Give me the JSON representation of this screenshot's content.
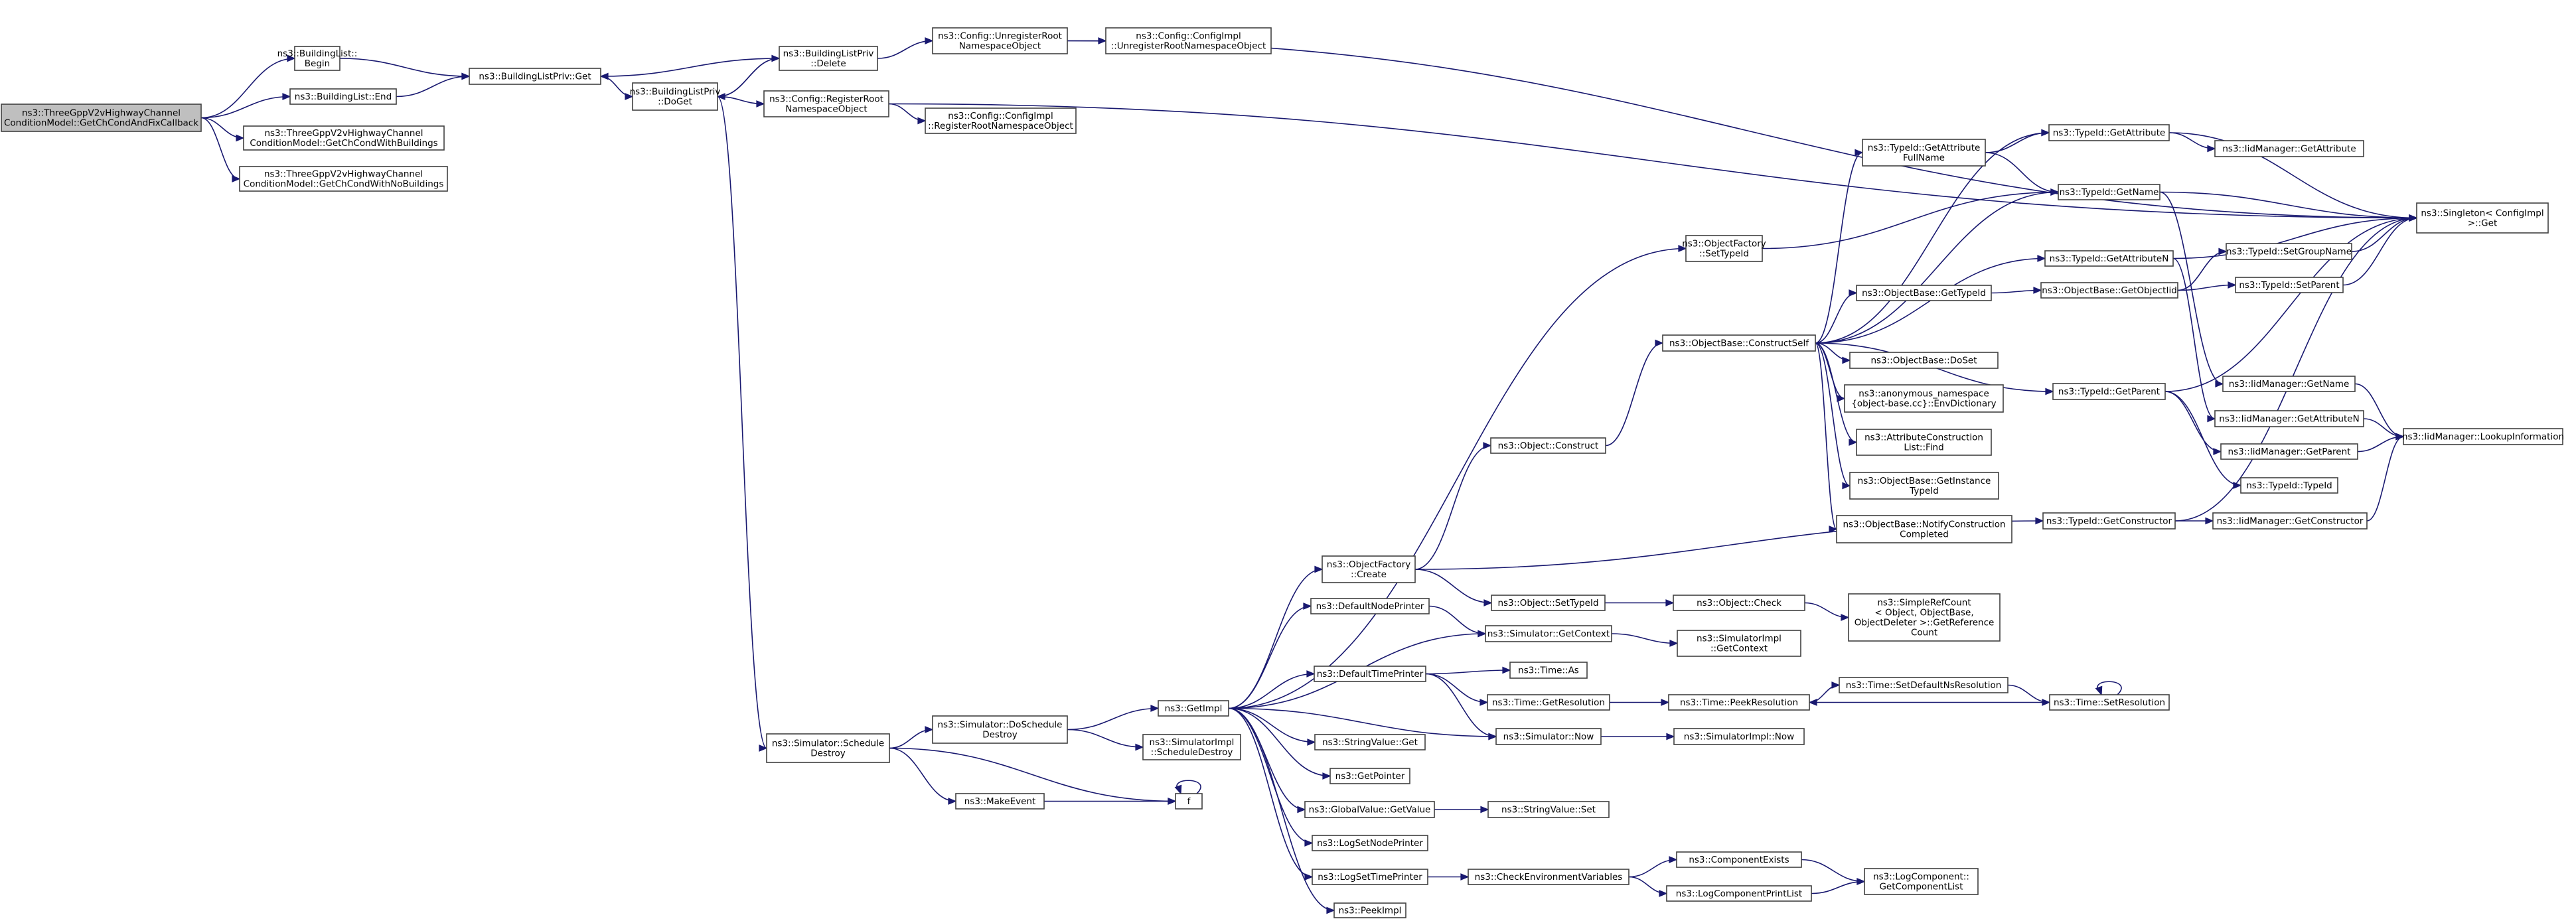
{
  "colors": {
    "edge": "#191970",
    "node_border": "#404040",
    "node_fill": "#ffffff",
    "root_fill": "#bfbfbf",
    "incomplete_border": "#ff0000",
    "background": "#ffffff"
  },
  "nodes": [
    {
      "id": "root",
      "lines": [
        "ns3::ThreeGppV2vHighwayChannel",
        "ConditionModel::GetChCondAndFixCallback"
      ],
      "style": "root"
    },
    {
      "id": "blBegin",
      "lines": [
        "ns3::BuildingList::",
        "Begin"
      ]
    },
    {
      "id": "blEnd",
      "lines": [
        "ns3::BuildingList::End"
      ]
    },
    {
      "id": "withB",
      "lines": [
        "ns3::ThreeGppV2vHighwayChannel",
        "ConditionModel::GetChCondWithBuildings"
      ]
    },
    {
      "id": "noB",
      "lines": [
        "ns3::ThreeGppV2vHighwayChannel",
        "ConditionModel::GetChCondWithNoBuildings"
      ]
    },
    {
      "id": "blpGet",
      "lines": [
        "ns3::BuildingListPriv::Get"
      ]
    },
    {
      "id": "blpDoGet",
      "lines": [
        "ns3::BuildingListPriv",
        "::DoGet"
      ]
    },
    {
      "id": "blpDelete",
      "lines": [
        "ns3::BuildingListPriv",
        "::Delete"
      ]
    },
    {
      "id": "cfgUnreg",
      "lines": [
        "ns3::Config::UnregisterRoot",
        "NamespaceObject"
      ]
    },
    {
      "id": "cfgImplUnreg",
      "lines": [
        "ns3::Config::ConfigImpl",
        "::UnregisterRootNamespaceObject"
      ]
    },
    {
      "id": "cfgReg",
      "lines": [
        "ns3::Config::RegisterRoot",
        "NamespaceObject"
      ]
    },
    {
      "id": "cfgImplReg",
      "lines": [
        "ns3::Config::ConfigImpl",
        "::RegisterRootNamespaceObject"
      ]
    },
    {
      "id": "singleton",
      "lines": [
        "ns3::Singleton< ConfigImpl",
        ">::Get"
      ]
    },
    {
      "id": "simSchedDestroy",
      "lines": [
        "ns3::Simulator::Schedule",
        "Destroy"
      ]
    },
    {
      "id": "simDoSchedDestroy",
      "lines": [
        "ns3::Simulator::DoSchedule",
        "Destroy"
      ]
    },
    {
      "id": "makeEvent",
      "lines": [
        "ns3::MakeEvent"
      ]
    },
    {
      "id": "f",
      "lines": [
        "f"
      ]
    },
    {
      "id": "getImpl",
      "lines": [
        "ns3::GetImpl"
      ]
    },
    {
      "id": "simImplSchedDestroy",
      "lines": [
        "ns3::SimulatorImpl",
        "::ScheduleDestroy"
      ]
    },
    {
      "id": "objFactorySetTypeId",
      "lines": [
        "ns3::ObjectFactory",
        "::SetTypeId"
      ]
    },
    {
      "id": "objFactoryCreate",
      "lines": [
        "ns3::ObjectFactory",
        "::Create"
      ]
    },
    {
      "id": "defNodePrinter",
      "lines": [
        "ns3::DefaultNodePrinter"
      ]
    },
    {
      "id": "defTimePrinter",
      "lines": [
        "ns3::DefaultTimePrinter"
      ]
    },
    {
      "id": "strValGet",
      "lines": [
        "ns3::StringValue::Get"
      ]
    },
    {
      "id": "getPointer",
      "lines": [
        "ns3::GetPointer"
      ]
    },
    {
      "id": "gvGetValue",
      "lines": [
        "ns3::GlobalValue::GetValue"
      ]
    },
    {
      "id": "logSetNodePrinter",
      "lines": [
        "ns3::LogSetNodePrinter"
      ]
    },
    {
      "id": "logSetTimePrinter",
      "lines": [
        "ns3::LogSetTimePrinter"
      ]
    },
    {
      "id": "peekImpl",
      "lines": [
        "ns3::PeekImpl"
      ]
    },
    {
      "id": "objConstruct",
      "lines": [
        "ns3::Object::Construct"
      ]
    },
    {
      "id": "objSetTypeId",
      "lines": [
        "ns3::Object::SetTypeId"
      ]
    },
    {
      "id": "simGetContext",
      "lines": [
        "ns3::Simulator::GetContext"
      ]
    },
    {
      "id": "timeAs",
      "lines": [
        "ns3::Time::As"
      ]
    },
    {
      "id": "timeGetRes",
      "lines": [
        "ns3::Time::GetResolution"
      ]
    },
    {
      "id": "simNow",
      "lines": [
        "ns3::Simulator::Now"
      ]
    },
    {
      "id": "strValSet",
      "lines": [
        "ns3::StringValue::Set"
      ]
    },
    {
      "id": "checkEnv",
      "lines": [
        "ns3::CheckEnvironmentVariables"
      ]
    },
    {
      "id": "objBaseConstructSelf",
      "lines": [
        "ns3::ObjectBase::ConstructSelf"
      ]
    },
    {
      "id": "objCheck",
      "lines": [
        "ns3::Object::Check"
      ]
    },
    {
      "id": "simImplGetContext",
      "lines": [
        "ns3::SimulatorImpl",
        "::GetContext"
      ]
    },
    {
      "id": "timePeekRes",
      "lines": [
        "ns3::Time::PeekResolution"
      ]
    },
    {
      "id": "simImplNow",
      "lines": [
        "ns3::SimulatorImpl::Now"
      ]
    },
    {
      "id": "compExists",
      "lines": [
        "ns3::ComponentExists"
      ]
    },
    {
      "id": "logCompPrintList",
      "lines": [
        "ns3::LogComponentPrintList"
      ]
    },
    {
      "id": "typeIdGetAttrFullName",
      "lines": [
        "ns3::TypeId::GetAttribute",
        "FullName"
      ]
    },
    {
      "id": "objBaseGetTypeId",
      "lines": [
        "ns3::ObjectBase::GetTypeId"
      ]
    },
    {
      "id": "objBaseDoSet",
      "lines": [
        "ns3::ObjectBase::DoSet"
      ]
    },
    {
      "id": "anonEnvDict",
      "lines": [
        "ns3::anonymous_namespace",
        "{object-base.cc}::EnvDictionary"
      ]
    },
    {
      "id": "attrConstrListFind",
      "lines": [
        "ns3::AttributeConstruction",
        "List::Find"
      ]
    },
    {
      "id": "objBaseGetInstTypeId",
      "lines": [
        "ns3::ObjectBase::GetInstance",
        "TypeId"
      ]
    },
    {
      "id": "objBaseNotify",
      "lines": [
        "ns3::ObjectBase::NotifyConstruction",
        "Completed"
      ]
    },
    {
      "id": "simpleRefCount",
      "lines": [
        "ns3::SimpleRefCount",
        "< Object, ObjectBase,",
        "ObjectDeleter >::GetReference",
        "Count"
      ]
    },
    {
      "id": "timeSetDefNsRes",
      "lines": [
        "ns3::Time::SetDefaultNsResolution"
      ]
    },
    {
      "id": "logCompGetList",
      "lines": [
        "ns3::LogComponent::",
        "GetComponentList"
      ]
    },
    {
      "id": "typeIdGetAttribute",
      "lines": [
        "ns3::TypeId::GetAttribute"
      ]
    },
    {
      "id": "typeIdGetName",
      "lines": [
        "ns3::TypeId::GetName"
      ]
    },
    {
      "id": "typeIdGetAttributeN",
      "lines": [
        "ns3::TypeId::GetAttributeN"
      ]
    },
    {
      "id": "objBaseGetObjectIid",
      "lines": [
        "ns3::ObjectBase::GetObjectIid"
      ]
    },
    {
      "id": "typeIdGetParent",
      "lines": [
        "ns3::TypeId::GetParent"
      ]
    },
    {
      "id": "typeIdGetConstructor",
      "lines": [
        "ns3::TypeId::GetConstructor"
      ]
    },
    {
      "id": "timeSetResolution",
      "lines": [
        "ns3::Time::SetResolution"
      ]
    },
    {
      "id": "iidMgrGetAttribute",
      "lines": [
        "ns3::IidManager::GetAttribute"
      ]
    },
    {
      "id": "typeIdSetGroupName",
      "lines": [
        "ns3::TypeId::SetGroupName"
      ],
      "style": "incomplete"
    },
    {
      "id": "typeIdSetParent",
      "lines": [
        "ns3::TypeId::SetParent"
      ],
      "style": "incomplete"
    },
    {
      "id": "iidMgrGetName",
      "lines": [
        "ns3::IidManager::GetName"
      ]
    },
    {
      "id": "iidMgrGetAttributeN",
      "lines": [
        "ns3::IidManager::GetAttributeN"
      ]
    },
    {
      "id": "iidMgrGetParent",
      "lines": [
        "ns3::IidManager::GetParent"
      ]
    },
    {
      "id": "typeIdTypeId",
      "lines": [
        "ns3::TypeId::TypeId"
      ]
    },
    {
      "id": "iidMgrGetConstructor",
      "lines": [
        "ns3::IidManager::GetConstructor"
      ]
    },
    {
      "id": "iidMgrLookupInfo",
      "lines": [
        "ns3::IidManager::LookupInformation"
      ]
    }
  ],
  "edges": [
    [
      "root",
      "blBegin"
    ],
    [
      "root",
      "blEnd"
    ],
    [
      "root",
      "withB"
    ],
    [
      "root",
      "noB"
    ],
    [
      "blBegin",
      "blpGet"
    ],
    [
      "blEnd",
      "blpGet"
    ],
    [
      "blpGet",
      "blpDoGet"
    ],
    [
      "blpDoGet",
      "blpDelete"
    ],
    [
      "blpDelete",
      "blpGet"
    ],
    [
      "blpDelete",
      "blpDoGet"
    ],
    [
      "blpDelete",
      "cfgUnreg"
    ],
    [
      "cfgUnreg",
      "cfgImplUnreg"
    ],
    [
      "cfgUnreg",
      "singleton"
    ],
    [
      "blpDoGet",
      "cfgReg"
    ],
    [
      "cfgReg",
      "cfgImplReg"
    ],
    [
      "cfgReg",
      "singleton"
    ],
    [
      "blpDoGet",
      "simSchedDestroy"
    ],
    [
      "simSchedDestroy",
      "simDoSchedDestroy"
    ],
    [
      "simSchedDestroy",
      "makeEvent"
    ],
    [
      "simSchedDestroy",
      "f"
    ],
    [
      "makeEvent",
      "f"
    ],
    [
      "f",
      "f"
    ],
    [
      "simDoSchedDestroy",
      "getImpl"
    ],
    [
      "simDoSchedDestroy",
      "simImplSchedDestroy"
    ],
    [
      "getImpl",
      "objFactorySetTypeId"
    ],
    [
      "getImpl",
      "objFactoryCreate"
    ],
    [
      "getImpl",
      "defNodePrinter"
    ],
    [
      "getImpl",
      "simGetContext"
    ],
    [
      "getImpl",
      "defTimePrinter"
    ],
    [
      "getImpl",
      "simNow"
    ],
    [
      "getImpl",
      "strValGet"
    ],
    [
      "getImpl",
      "getPointer"
    ],
    [
      "getImpl",
      "gvGetValue"
    ],
    [
      "getImpl",
      "logSetNodePrinter"
    ],
    [
      "getImpl",
      "logSetTimePrinter"
    ],
    [
      "getImpl",
      "peekImpl"
    ],
    [
      "objFactorySetTypeId",
      "typeIdGetName"
    ],
    [
      "objFactoryCreate",
      "objConstruct"
    ],
    [
      "objFactoryCreate",
      "objSetTypeId"
    ],
    [
      "objFactoryCreate",
      "typeIdGetConstructor"
    ],
    [
      "defNodePrinter",
      "simGetContext"
    ],
    [
      "simGetContext",
      "simImplGetContext"
    ],
    [
      "defTimePrinter",
      "timeAs"
    ],
    [
      "defTimePrinter",
      "timeGetRes"
    ],
    [
      "defTimePrinter",
      "simNow"
    ],
    [
      "simNow",
      "simImplNow"
    ],
    [
      "gvGetValue",
      "strValSet"
    ],
    [
      "logSetTimePrinter",
      "checkEnv"
    ],
    [
      "checkEnv",
      "compExists"
    ],
    [
      "checkEnv",
      "logCompPrintList"
    ],
    [
      "compExists",
      "logCompGetList"
    ],
    [
      "logCompPrintList",
      "logCompGetList"
    ],
    [
      "objConstruct",
      "objBaseConstructSelf"
    ],
    [
      "objSetTypeId",
      "objCheck"
    ],
    [
      "objCheck",
      "simpleRefCount"
    ],
    [
      "timeGetRes",
      "timePeekRes"
    ],
    [
      "timePeekRes",
      "timeSetDefNsRes"
    ],
    [
      "timeSetDefNsRes",
      "timeSetResolution"
    ],
    [
      "timeSetResolution",
      "timePeekRes"
    ],
    [
      "timeSetResolution",
      "timeSetResolution"
    ],
    [
      "objBaseConstructSelf",
      "typeIdGetAttrFullName"
    ],
    [
      "objBaseConstructSelf",
      "typeIdGetAttribute"
    ],
    [
      "objBaseConstructSelf",
      "typeIdGetName"
    ],
    [
      "objBaseConstructSelf",
      "typeIdGetAttributeN"
    ],
    [
      "objBaseConstructSelf",
      "objBaseGetTypeId"
    ],
    [
      "objBaseConstructSelf",
      "objBaseDoSet"
    ],
    [
      "objBaseConstructSelf",
      "anonEnvDict"
    ],
    [
      "objBaseConstructSelf",
      "attrConstrListFind"
    ],
    [
      "objBaseConstructSelf",
      "objBaseGetInstTypeId"
    ],
    [
      "objBaseConstructSelf",
      "objBaseNotify"
    ],
    [
      "objBaseConstructSelf",
      "typeIdGetParent"
    ],
    [
      "typeIdGetAttrFullName",
      "typeIdGetAttribute"
    ],
    [
      "typeIdGetAttrFullName",
      "typeIdGetName"
    ],
    [
      "typeIdGetAttribute",
      "iidMgrGetAttribute"
    ],
    [
      "typeIdGetAttribute",
      "singleton"
    ],
    [
      "typeIdGetName",
      "singleton"
    ],
    [
      "typeIdGetName",
      "iidMgrGetName"
    ],
    [
      "typeIdGetAttributeN",
      "singleton"
    ],
    [
      "typeIdGetAttributeN",
      "iidMgrGetAttributeN"
    ],
    [
      "objBaseGetTypeId",
      "objBaseGetObjectIid"
    ],
    [
      "objBaseGetObjectIid",
      "typeIdSetGroupName"
    ],
    [
      "objBaseGetObjectIid",
      "typeIdSetParent"
    ],
    [
      "typeIdSetGroupName",
      "singleton"
    ],
    [
      "typeIdSetParent",
      "singleton"
    ],
    [
      "typeIdGetParent",
      "singleton"
    ],
    [
      "typeIdGetParent",
      "iidMgrGetParent"
    ],
    [
      "typeIdGetParent",
      "typeIdTypeId"
    ],
    [
      "typeIdGetConstructor",
      "iidMgrGetConstructor"
    ],
    [
      "typeIdGetConstructor",
      "singleton"
    ],
    [
      "iidMgrGetName",
      "iidMgrLookupInfo"
    ],
    [
      "iidMgrGetAttributeN",
      "iidMgrLookupInfo"
    ],
    [
      "iidMgrGetParent",
      "iidMgrLookupInfo"
    ],
    [
      "iidMgrGetConstructor",
      "iidMgrLookupInfo"
    ]
  ]
}
